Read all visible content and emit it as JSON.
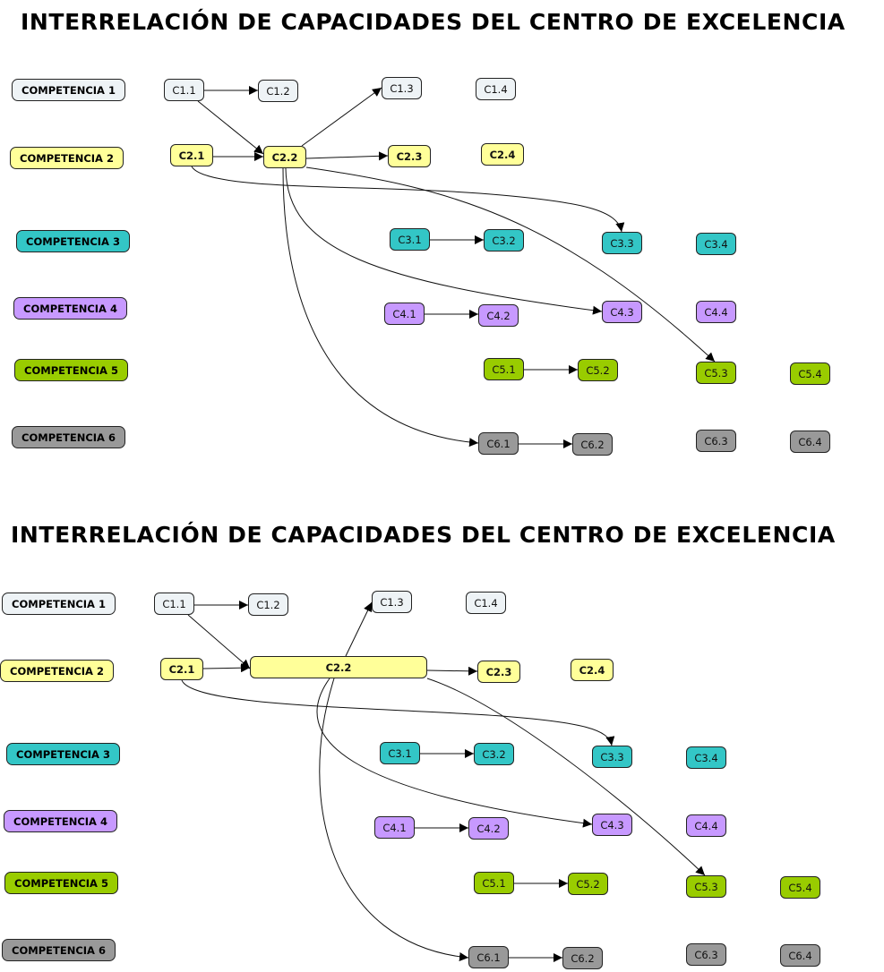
{
  "colors": {
    "c1": "#eef3f6",
    "c2": "#ffff99",
    "c3": "#33c6c6",
    "c4": "#c799ff",
    "c5": "#99cc00",
    "c6": "#999999"
  },
  "diagrams": [
    {
      "title": "INTERRELACIÓN DE CAPACIDADES DEL CENTRO DE EXCELENCIA",
      "competencias": [
        {
          "label": "COMPETENCIA 1",
          "group": "c1"
        },
        {
          "label": "COMPETENCIA 2",
          "group": "c2"
        },
        {
          "label": "COMPETENCIA 3",
          "group": "c3"
        },
        {
          "label": "COMPETENCIA 4",
          "group": "c4"
        },
        {
          "label": "COMPETENCIA 5",
          "group": "c5"
        },
        {
          "label": "COMPETENCIA 6",
          "group": "c6"
        }
      ],
      "nodes": [
        {
          "id": "C1.1",
          "label": "C1.1",
          "group": "c1"
        },
        {
          "id": "C1.2",
          "label": "C1.2",
          "group": "c1"
        },
        {
          "id": "C1.3",
          "label": "C1.3",
          "group": "c1"
        },
        {
          "id": "C1.4",
          "label": "C1.4",
          "group": "c1"
        },
        {
          "id": "C2.1",
          "label": "C2.1",
          "group": "c2"
        },
        {
          "id": "C2.2",
          "label": "C2.2",
          "group": "c2"
        },
        {
          "id": "C2.3",
          "label": "C2.3",
          "group": "c2"
        },
        {
          "id": "C2.4",
          "label": "C2.4",
          "group": "c2"
        },
        {
          "id": "C3.1",
          "label": "C3.1",
          "group": "c3"
        },
        {
          "id": "C3.2",
          "label": "C3.2",
          "group": "c3"
        },
        {
          "id": "C3.3",
          "label": "C3.3",
          "group": "c3"
        },
        {
          "id": "C3.4",
          "label": "C3.4",
          "group": "c3"
        },
        {
          "id": "C4.1",
          "label": "C4.1",
          "group": "c4"
        },
        {
          "id": "C4.2",
          "label": "C4.2",
          "group": "c4"
        },
        {
          "id": "C4.3",
          "label": "C4.3",
          "group": "c4"
        },
        {
          "id": "C4.4",
          "label": "C4.4",
          "group": "c4"
        },
        {
          "id": "C5.1",
          "label": "C5.1",
          "group": "c5"
        },
        {
          "id": "C5.2",
          "label": "C5.2",
          "group": "c5"
        },
        {
          "id": "C5.3",
          "label": "C5.3",
          "group": "c5"
        },
        {
          "id": "C5.4",
          "label": "C5.4",
          "group": "c5"
        },
        {
          "id": "C6.1",
          "label": "C6.1",
          "group": "c6"
        },
        {
          "id": "C6.2",
          "label": "C6.2",
          "group": "c6"
        },
        {
          "id": "C6.3",
          "label": "C6.3",
          "group": "c6"
        },
        {
          "id": "C6.4",
          "label": "C6.4",
          "group": "c6"
        }
      ],
      "edges": [
        {
          "from": "C1.1",
          "to": "C1.2"
        },
        {
          "from": "C1.1",
          "to": "C2.2"
        },
        {
          "from": "C2.1",
          "to": "C2.2"
        },
        {
          "from": "C2.2",
          "to": "C1.3"
        },
        {
          "from": "C2.2",
          "to": "C2.3"
        },
        {
          "from": "C2.1",
          "to": "C3.3"
        },
        {
          "from": "C2.2",
          "to": "C4.3"
        },
        {
          "from": "C2.2",
          "to": "C5.3"
        },
        {
          "from": "C2.2",
          "to": "C6.1"
        },
        {
          "from": "C3.1",
          "to": "C3.2"
        },
        {
          "from": "C4.1",
          "to": "C4.2"
        },
        {
          "from": "C5.1",
          "to": "C5.2"
        },
        {
          "from": "C6.1",
          "to": "C6.2"
        }
      ]
    },
    {
      "title": "INTERRELACIÓN DE CAPACIDADES DEL CENTRO DE EXCELENCIA",
      "competencias": [
        {
          "label": "COMPETENCIA 1",
          "group": "c1"
        },
        {
          "label": "COMPETENCIA 2",
          "group": "c2"
        },
        {
          "label": "COMPETENCIA 3",
          "group": "c3"
        },
        {
          "label": "COMPETENCIA 4",
          "group": "c4"
        },
        {
          "label": "COMPETENCIA 5",
          "group": "c5"
        },
        {
          "label": "COMPETENCIA 6",
          "group": "c6"
        }
      ],
      "nodes": [
        {
          "id": "C1.1",
          "label": "C1.1",
          "group": "c1"
        },
        {
          "id": "C1.2",
          "label": "C1.2",
          "group": "c1"
        },
        {
          "id": "C1.3",
          "label": "C1.3",
          "group": "c1"
        },
        {
          "id": "C1.4",
          "label": "C1.4",
          "group": "c1"
        },
        {
          "id": "C2.1",
          "label": "C2.1",
          "group": "c2"
        },
        {
          "id": "C2.2",
          "label": "C2.2",
          "group": "c2"
        },
        {
          "id": "C2.3",
          "label": "C2.3",
          "group": "c2"
        },
        {
          "id": "C2.4",
          "label": "C2.4",
          "group": "c2"
        },
        {
          "id": "C3.1",
          "label": "C3.1",
          "group": "c3"
        },
        {
          "id": "C3.2",
          "label": "C3.2",
          "group": "c3"
        },
        {
          "id": "C3.3",
          "label": "C3.3",
          "group": "c3"
        },
        {
          "id": "C3.4",
          "label": "C3.4",
          "group": "c3"
        },
        {
          "id": "C4.1",
          "label": "C4.1",
          "group": "c4"
        },
        {
          "id": "C4.2",
          "label": "C4.2",
          "group": "c4"
        },
        {
          "id": "C4.3",
          "label": "C4.3",
          "group": "c4"
        },
        {
          "id": "C4.4",
          "label": "C4.4",
          "group": "c4"
        },
        {
          "id": "C5.1",
          "label": "C5.1",
          "group": "c5"
        },
        {
          "id": "C5.2",
          "label": "C5.2",
          "group": "c5"
        },
        {
          "id": "C5.3",
          "label": "C5.3",
          "group": "c5"
        },
        {
          "id": "C5.4",
          "label": "C5.4",
          "group": "c5"
        },
        {
          "id": "C6.1",
          "label": "C6.1",
          "group": "c6"
        },
        {
          "id": "C6.2",
          "label": "C6.2",
          "group": "c6"
        },
        {
          "id": "C6.3",
          "label": "C6.3",
          "group": "c6"
        },
        {
          "id": "C6.4",
          "label": "C6.4",
          "group": "c6"
        }
      ],
      "edges": [
        {
          "from": "C1.1",
          "to": "C1.2"
        },
        {
          "from": "C1.1",
          "to": "C2.2"
        },
        {
          "from": "C2.1",
          "to": "C2.2"
        },
        {
          "from": "C2.2",
          "to": "C1.3"
        },
        {
          "from": "C2.2",
          "to": "C2.3"
        },
        {
          "from": "C2.1",
          "to": "C3.3"
        },
        {
          "from": "C2.2",
          "to": "C4.3"
        },
        {
          "from": "C2.2",
          "to": "C5.3"
        },
        {
          "from": "C2.2",
          "to": "C6.1"
        },
        {
          "from": "C3.1",
          "to": "C3.2"
        },
        {
          "from": "C4.1",
          "to": "C4.2"
        },
        {
          "from": "C5.1",
          "to": "C5.2"
        },
        {
          "from": "C6.1",
          "to": "C6.2"
        }
      ]
    }
  ]
}
